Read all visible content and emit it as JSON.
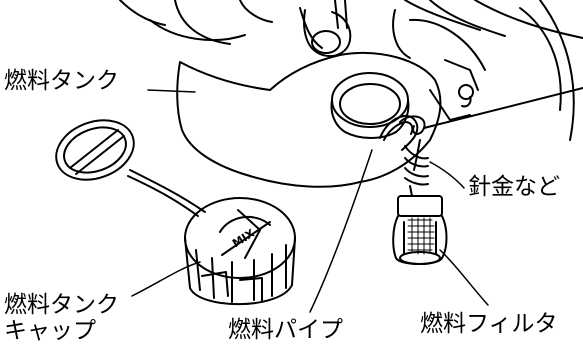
{
  "labels": {
    "fuel_tank": "燃料タンク",
    "fuel_tank_cap_line1": "燃料タンク",
    "fuel_tank_cap_line2": "キャップ",
    "fuel_pipe": "燃料パイプ",
    "fuel_filter": "燃料フィルタ",
    "wire": "針金など"
  },
  "cap_marking": "MIX"
}
